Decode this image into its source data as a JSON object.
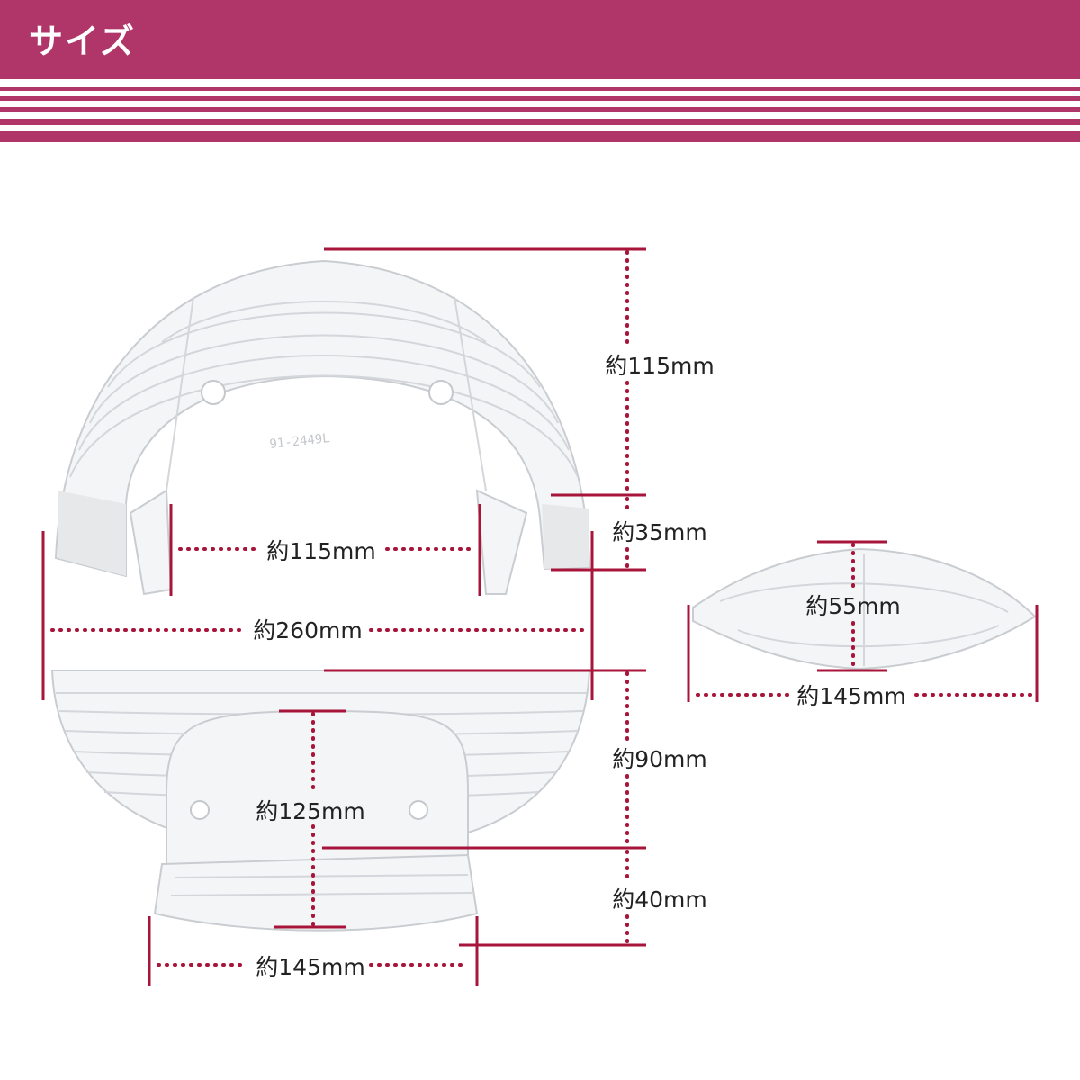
{
  "header": {
    "title": "サイズ",
    "color": "#b0366a"
  },
  "colors": {
    "dimension_line": "#a8153a",
    "dimension_dots": "#a8153a",
    "lens": "#f4f5f6"
  },
  "dimensions": {
    "upper_lens_height": "約115mm",
    "upper_lens_flange": "約35mm",
    "upper_lens_inner_width": "約115mm",
    "upper_lens_width": "約260mm",
    "lower_lens_height": "約90mm",
    "lower_lens_flange": "約40mm",
    "lower_lens_center_height": "約125mm",
    "lower_lens_width": "約145mm",
    "small_lens_height": "約55mm",
    "small_lens_width": "約145mm"
  },
  "lens_marking": "91-2449L"
}
